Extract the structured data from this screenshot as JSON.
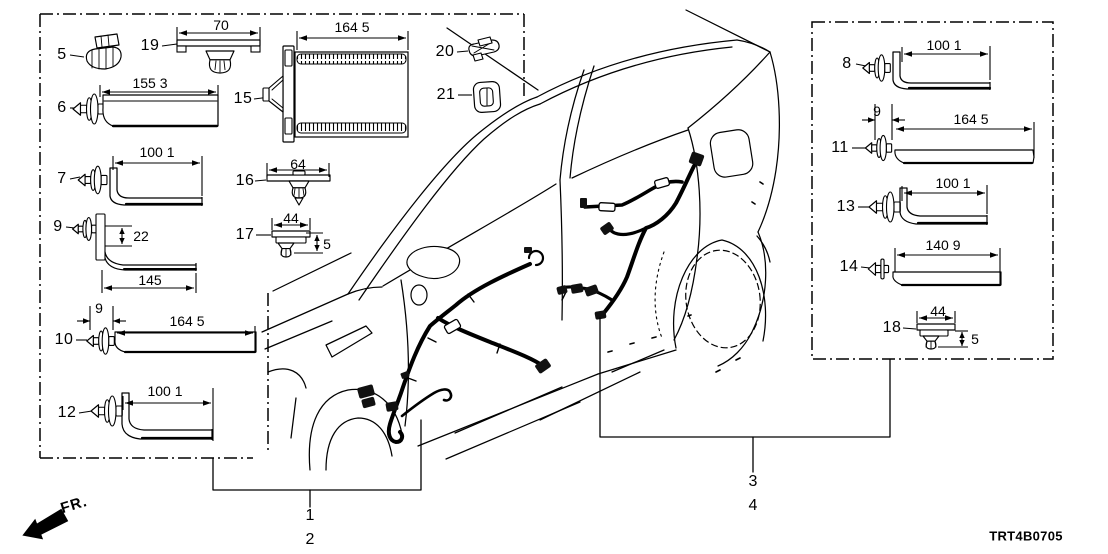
{
  "diagram_code": "TRT4B0705",
  "direction_indicator": {
    "label": "FR."
  },
  "callouts": {
    "front_door_harness_1": "1",
    "front_door_harness_2": "2",
    "rear_door_harness_3": "3",
    "rear_door_harness_4": "4"
  },
  "parts": {
    "p5": {
      "label": "5"
    },
    "p6": {
      "label": "6",
      "dim": "155 3"
    },
    "p7": {
      "label": "7",
      "dim": "100 1"
    },
    "p8": {
      "label": "8",
      "dim": "100 1"
    },
    "p9": {
      "label": "9",
      "dim_height": "22",
      "dim_length": "145"
    },
    "p10": {
      "label": "10",
      "dim_offset": "9",
      "dim_length": "164 5"
    },
    "p11": {
      "label": "11",
      "dim_offset": "9",
      "dim_length": "164 5"
    },
    "p12": {
      "label": "12",
      "dim": "100 1"
    },
    "p13": {
      "label": "13",
      "dim": "100 1"
    },
    "p14": {
      "label": "14",
      "dim": "140 9"
    },
    "p15": {
      "label": "15",
      "dim": "164 5"
    },
    "p16": {
      "label": "16",
      "dim": "64"
    },
    "p17": {
      "label": "17",
      "dim_width": "44",
      "dim_drop": "5"
    },
    "p18": {
      "label": "18",
      "dim_width": "44",
      "dim_drop": "5"
    },
    "p19": {
      "label": "19",
      "dim": "70"
    },
    "p20": {
      "label": "20"
    },
    "p21": {
      "label": "21"
    }
  }
}
